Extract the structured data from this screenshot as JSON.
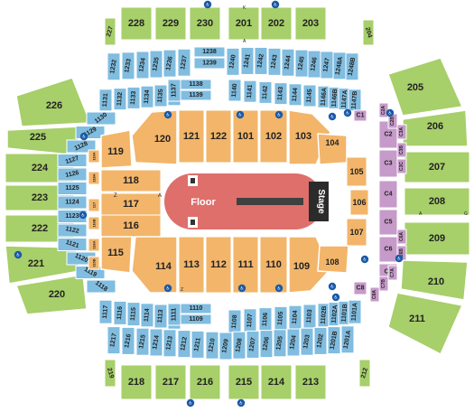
{
  "colors": {
    "upper": "#a7cf6a",
    "club": "#80bde0",
    "lower": "#f2b56a",
    "suite": "#c69ac9",
    "floor": "#de6f6b",
    "stage": "#2b2b2b",
    "walkway": "#404040",
    "ada": "#1a5aa8"
  },
  "floor": {
    "label": "Floor",
    "stage_label": "Stage"
  },
  "aisle_letters": {
    "north": "K",
    "south_a": "A",
    "south_z": "Z",
    "west_z": "Z",
    "west_a": "A",
    "east_a": "A",
    "east_g": "G"
  },
  "upper_top": [
    "227",
    "228",
    "229",
    "230",
    "201",
    "202",
    "203",
    "204"
  ],
  "upper_bottom": [
    "219",
    "218",
    "217",
    "216",
    "215",
    "214",
    "213",
    "212"
  ],
  "upper_left": [
    "226",
    "225",
    "224",
    "223",
    "222",
    "221",
    "220"
  ],
  "upper_right": [
    "205",
    "206",
    "207",
    "208",
    "209",
    "210",
    "211"
  ],
  "club_top_back": [
    "1238",
    "1239"
  ],
  "club_top": [
    "1232",
    "1233",
    "1234",
    "1235",
    "1236",
    "1237",
    "1240",
    "1241",
    "1242",
    "1243",
    "1244",
    "1245",
    "1246",
    "1247",
    "1248A",
    "1248B"
  ],
  "club_top_inner": [
    "1131",
    "1132",
    "1133",
    "1134",
    "1135",
    "1136",
    "1137",
    "1138",
    "1139",
    "1140",
    "1141",
    "1142",
    "1143",
    "1144",
    "1145",
    "1146A",
    "1146B",
    "1147A",
    "1147B"
  ],
  "club_left": [
    "1130",
    "1129",
    "1128",
    "1127",
    "1126",
    "1125",
    "1124",
    "1123",
    "1122",
    "1121",
    "1120",
    "1119",
    "1118"
  ],
  "club_bottom_inner": [
    "1117",
    "1116",
    "1115",
    "1114",
    "1113",
    "1112",
    "1111",
    "1110",
    "1109",
    "1108",
    "1107",
    "1106",
    "1105",
    "1104",
    "1103",
    "1102B",
    "1102A",
    "1101B",
    "1101A"
  ],
  "club_bottom": [
    "1217",
    "1216",
    "1215",
    "1214",
    "1213",
    "1212",
    "1211",
    "1210",
    "1209",
    "1208",
    "1207",
    "1206",
    "1205",
    "1204",
    "1203",
    "1202",
    "1201B",
    "1201A"
  ],
  "lower_top": [
    "120",
    "121",
    "122",
    "101",
    "102",
    "103"
  ],
  "lower_left": [
    "119",
    "118",
    "117",
    "116",
    "115"
  ],
  "lower_bottom": [
    "114",
    "113",
    "112",
    "111",
    "110",
    "109"
  ],
  "lower_right": [
    "104",
    "105",
    "106",
    "107",
    "108"
  ],
  "lower_small_left": [
    "119A",
    "118A",
    "117",
    "116B",
    "116A",
    "115B"
  ],
  "suites": [
    "C1",
    "C2",
    "C3",
    "C4",
    "C5",
    "C6",
    "C7",
    "C8"
  ],
  "suite_small": [
    "C2A",
    "C2B",
    "C3A",
    "C3B",
    "C3C",
    "C6A",
    "C6B",
    "C7A",
    "C7B",
    "C8A"
  ]
}
